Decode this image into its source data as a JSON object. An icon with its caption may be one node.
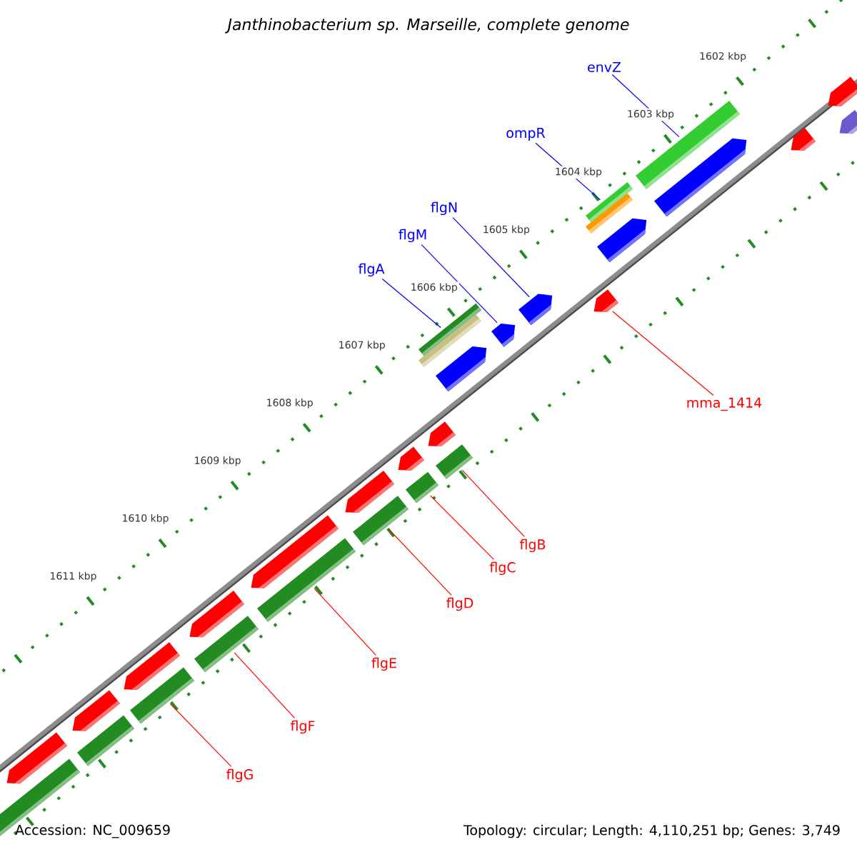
{
  "diagram": {
    "title": "*Janthinobacterium sp. Marseille, complete genome*",
    "nodes": [
      {
        "text": [
          "envZ"
        ]
      },
      {
        "text": [
          "ompR"
        ]
      },
      {
        "text": [
          "flgN"
        ]
      },
      {
        "text": [
          "flgM"
        ]
      },
      {
        "text": [
          "flgA"
        ]
      },
      {
        "text": [
          "mma_1414"
        ]
      },
      {
        "text": [
          "flgB"
        ]
      },
      {
        "text": [
          "flgC"
        ]
      },
      {
        "text": [
          "flgD"
        ]
      },
      {
        "text": [
          "flgE"
        ]
      },
      {
        "text": [
          "flgF"
        ]
      },
      {
        "text": [
          "flgG"
        ]
      },
      {
        "text": [],
        "shape": "pentagon"
      },
      {
        "text": [],
        "shape": "pentagon"
      },
      {
        "text": [],
        "shape": "pentagon"
      },
      {
        "text": [],
        "shape": "pentagon"
      },
      {
        "text": [],
        "shape": "bar"
      },
      {
        "text": [],
        "shape": "pentagon"
      },
      {
        "text": [],
        "shape": "bar"
      },
      {
        "text": [],
        "shape": "pentagon"
      },
      {
        "text": [],
        "shape": "pentagon"
      },
      {
        "text": [],
        "shape": "pentagon"
      },
      {
        "text": [],
        "shape": "pentagon"
      },
      {
        "text": [],
        "shape": "bar"
      },
      {
        "text": [],
        "shape": "bar"
      },
      {
        "text": [],
        "shape": "pentagon"
      },
      {
        "text": [],
        "shape": "bar"
      },
      {
        "text": [],
        "shape": "pentagon"
      },
      {
        "text": [],
        "shape": "bar"
      },
      {
        "text": [],
        "shape": "pentagon"
      },
      {
        "text": [],
        "shape": "bar"
      },
      {
        "text": [],
        "shape": "pentagon"
      },
      {
        "text": [],
        "shape": "bar"
      },
      {
        "text": [],
        "shape": "pentagon"
      },
      {
        "text": [],
        "shape": "bar"
      },
      {
        "text": [],
        "shape": "pentagon"
      },
      {
        "text": [],
        "shape": "bar"
      },
      {
        "text": [],
        "shape": "pentagon"
      },
      {
        "text": [],
        "shape": "bar"
      },
      {
        "text": [],
        "shape": "pentagon"
      }
    ],
    "edges": [
      {
        "from": 0,
        "to": 16,
        "arrow": "none",
        "color": "#0000ff"
      },
      {
        "from": 1,
        "to": 18,
        "arrow": "none",
        "color": "#0000ff"
      },
      {
        "from": 2,
        "to": 20,
        "arrow": "none",
        "color": "#0000ff"
      },
      {
        "from": 3,
        "to": 21,
        "arrow": "none",
        "color": "#0000ff"
      },
      {
        "from": 4,
        "to": 23,
        "arrow": "none",
        "color": "#0000ff"
      },
      {
        "from": 5,
        "to": 19,
        "arrow": "none"
      },
      {
        "from": 6,
        "to": 24,
        "arrow": "none"
      },
      {
        "from": 7,
        "to": 26,
        "arrow": "none"
      },
      {
        "from": 8,
        "to": 28,
        "arrow": "none"
      },
      {
        "from": 9,
        "to": 30,
        "arrow": "none"
      },
      {
        "from": 10,
        "to": 32,
        "arrow": "none"
      },
      {
        "from": 11,
        "to": 34,
        "arrow": "none"
      }
    ],
    "labels": [
      "1602 kbp",
      "1603 kbp",
      "1604 kbp",
      "1605 kbp",
      "1606 kbp",
      "1607 kbp",
      "1608 kbp",
      "1609 kbp",
      "1610 kbp",
      "1611 kbp",
      "Accession: NC_009659",
      "Topology: circular; Length: 4,110,251 bp; Genes: 3,749"
    ]
  }
}
